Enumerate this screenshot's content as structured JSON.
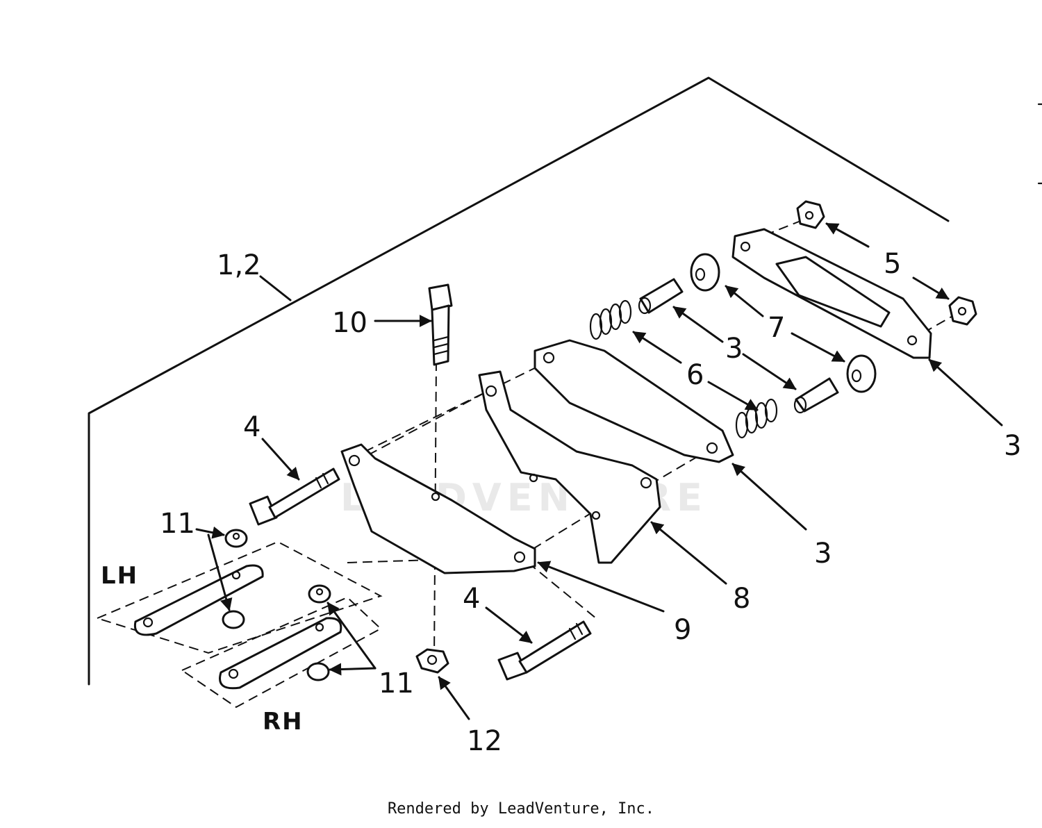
{
  "callouts": {
    "c12": "1,2",
    "c10": "10",
    "c5": "5",
    "c7": "7",
    "c3a": "3",
    "c6": "6",
    "c3b": "3",
    "c3c": "3",
    "c4a": "4",
    "c11a": "11",
    "c8": "8",
    "c9": "9",
    "c4b": "4",
    "c11b": "11",
    "c12nut": "12"
  },
  "side_labels": {
    "lh": "LH",
    "rh": "RH"
  },
  "watermark": "LEADVENTURE",
  "credit": "Rendered by LeadVenture, Inc."
}
